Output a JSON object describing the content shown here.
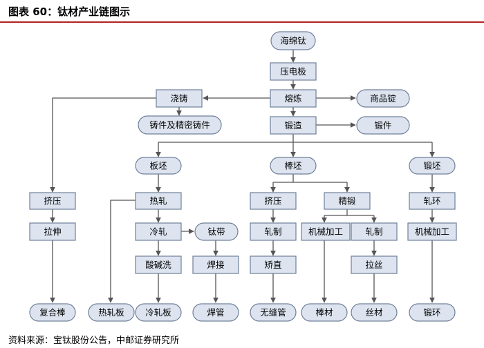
{
  "title": "图表 60：钛材产业链图示",
  "source": "资料来源：宝钛股份公告，中邮证券研究所",
  "nodes": {
    "sponge_titanium": "海绵钛",
    "electrode": "压电极",
    "casting": "浇铸",
    "smelting": "熔炼",
    "ingot": "商品锭",
    "precision_castings": "铸件及精密铸件",
    "forging": "锻造",
    "forgings": "锻件",
    "slab": "板坯",
    "bar_billet": "棒坯",
    "forged_billet": "锻坯",
    "extrusion_left": "挤压",
    "stretching": "拉伸",
    "composite_bar": "复合棒",
    "hot_rolling": "热轧",
    "hot_rolled_plate": "热轧板",
    "cold_rolling": "冷轧",
    "titanium_strip": "钛带",
    "pickling": "酸碱洗",
    "welding": "焊接",
    "cold_rolled_plate": "冷轧板",
    "welded_pipe": "焊管",
    "extrusion_mid": "挤压",
    "precision_forging": "精锻",
    "ring_rolling": "轧环",
    "rolling_tube": "轧制",
    "machining_1": "机械加工",
    "rolling_2": "轧制",
    "machining_2": "机械加工",
    "straightening": "矫直",
    "wire_drawing": "拉丝",
    "seamless_pipe": "无缝管",
    "bar": "棒材",
    "wire": "丝材",
    "ring": "锻环"
  }
}
